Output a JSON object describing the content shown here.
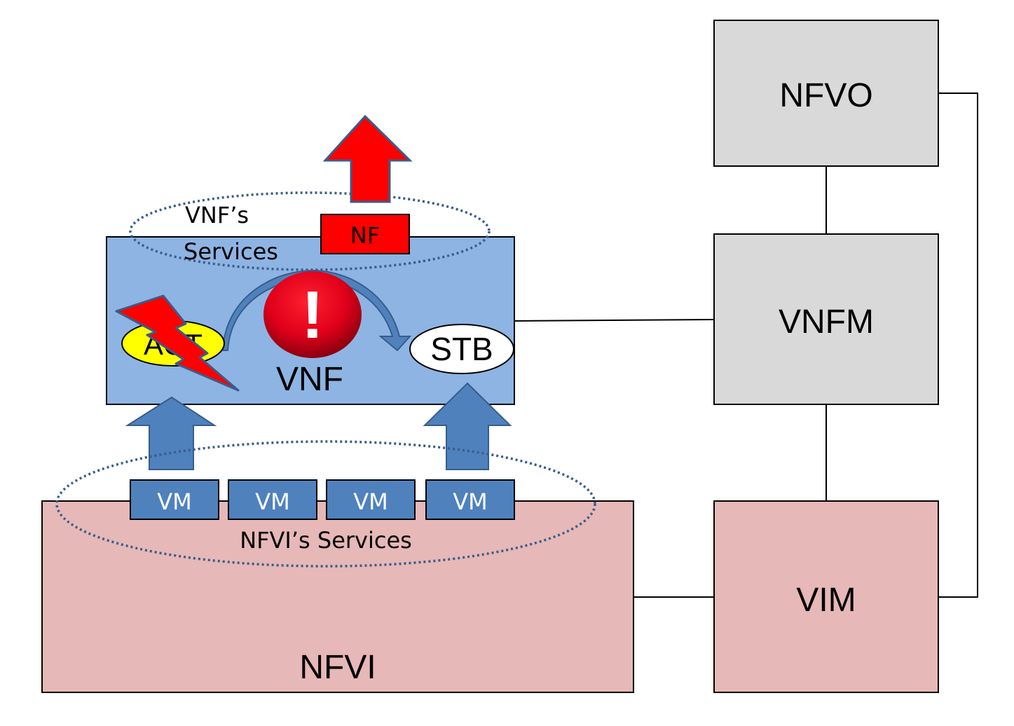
{
  "diagram": {
    "type": "nfv-architecture-fault-diagram",
    "colors": {
      "vnf_fill": "#8EB4E3",
      "nfvi_fill": "#E6B8B7",
      "mano_fill": "#D9D9D9",
      "vm_fill": "#4F81BD",
      "arrow_blue": "#4F81BD",
      "arrow_red": "#FF0000",
      "nf_fill": "#FF0000",
      "act_fill": "#FFFF00",
      "stb_fill": "#FFFFFF",
      "dotted_ellipse": "#385D8A",
      "alert_red": "#D0021B"
    },
    "nodes": {
      "nfvo": {
        "label": "NFVO"
      },
      "vnfm": {
        "label": "VNFM"
      },
      "vim": {
        "label": "VIM"
      },
      "nfvi": {
        "label": "NFVI"
      },
      "vnf": {
        "label": "VNF"
      },
      "nf": {
        "label": "NF"
      },
      "act": {
        "label": "ACT"
      },
      "stb": {
        "label": "STB"
      },
      "alert": {
        "label": "!"
      }
    },
    "vnf_services": {
      "line1": "VNF’s",
      "line2": "Services"
    },
    "nfvi_services": {
      "label": "NFVI’s Services"
    },
    "vms": [
      {
        "label": "VM"
      },
      {
        "label": "VM"
      },
      {
        "label": "VM"
      },
      {
        "label": "VM"
      }
    ],
    "connections": [
      {
        "from": "NFVO",
        "to": "VNFM"
      },
      {
        "from": "NFVO",
        "to": "VIM"
      },
      {
        "from": "VNF",
        "to": "VNFM"
      },
      {
        "from": "VNFM",
        "to": "VIM"
      },
      {
        "from": "NFVI",
        "to": "VIM"
      }
    ]
  }
}
